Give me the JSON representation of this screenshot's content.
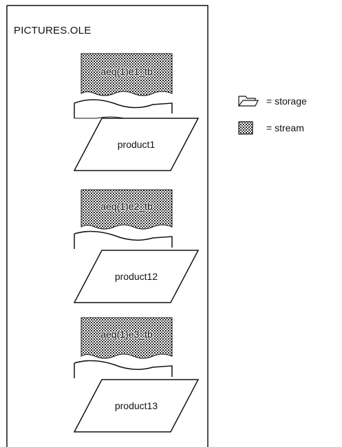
{
  "container": {
    "title": "PICTURES.OLE"
  },
  "items": [
    {
      "stream_label": "aeq(1)e1_tb",
      "storage_label": "product1"
    },
    {
      "stream_label": "aeq(1)e2_tb",
      "storage_label": "product12"
    },
    {
      "stream_label": "aeq(1)e3_tb",
      "storage_label": "product13"
    }
  ],
  "legend": {
    "storage": {
      "icon": "folder-icon",
      "text": "= storage"
    },
    "stream": {
      "icon": "dotted-box-icon",
      "text": "= stream"
    }
  }
}
